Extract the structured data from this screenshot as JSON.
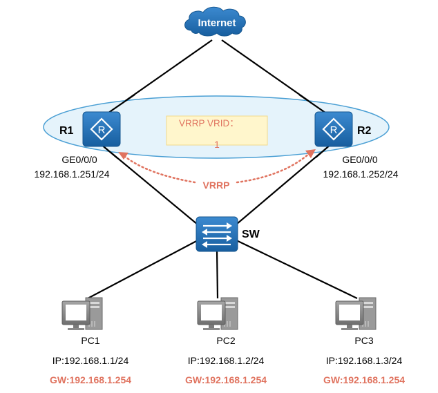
{
  "internet": {
    "label": "Internet"
  },
  "routers": [
    {
      "name": "R1",
      "interface": "GE0/0/0",
      "ip": "192.168.1.251/24"
    },
    {
      "name": "R2",
      "interface": "GE0/0/0",
      "ip": "192.168.1.252/24"
    }
  ],
  "vrrp_box": {
    "title": "VRRP VRID：",
    "value": "1"
  },
  "vrrp_link": {
    "label": "VRRP"
  },
  "switch": {
    "name": "SW"
  },
  "pcs": [
    {
      "name": "PC1",
      "ip": "IP:192.168.1.1/24",
      "gw": "GW:192.168.1.254"
    },
    {
      "name": "PC2",
      "ip": "IP:192.168.1.2/24",
      "gw": "GW:192.168.1.254"
    },
    {
      "name": "PC3",
      "ip": "IP:192.168.1.3/24",
      "gw": "GW:192.168.1.254"
    }
  ],
  "colors": {
    "device_blue": "#1F6FB8",
    "cloud_blue": "#1D6AB0",
    "ellipse_fill": "#DCEFF9",
    "ellipse_stroke": "#4A9FD4",
    "vrrp_box_fill": "#FFF6CC",
    "vrrp_box_stroke": "#F2D98A",
    "accent": "#E0735F",
    "pc_gray": "#8C8C8C"
  }
}
